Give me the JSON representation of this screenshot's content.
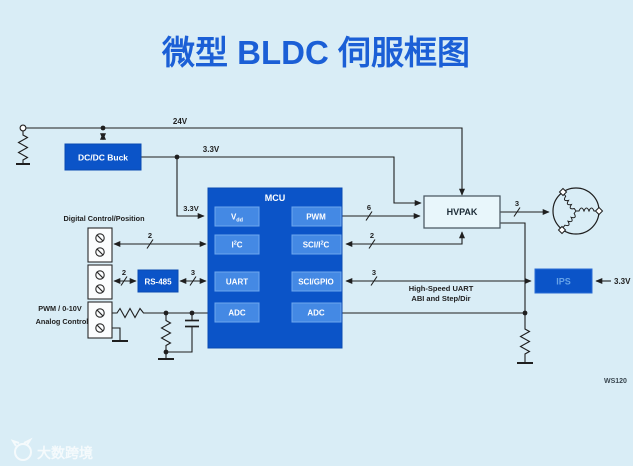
{
  "title": "微型 BLDC 伺服框图",
  "power": {
    "v24": "24V",
    "v33_rail": "3.3V",
    "v33_mcu": "3.3V",
    "v33_ips": "3.3V",
    "dcdc": "DC/DC Buck"
  },
  "mcu": {
    "label": "MCU",
    "vdd_base": "V",
    "vdd_sub": "dd",
    "i2c_base": "I",
    "i2c_sup": "2",
    "i2c_end": "C",
    "pwm": "PWM",
    "sci_i2c_base": "SCI/I",
    "sci_i2c_sup": "2",
    "sci_i2c_end": "C",
    "uart": "UART",
    "sci_gpio": "SCI/GPIO",
    "adc_left": "ADC",
    "adc_right": "ADC"
  },
  "blocks": {
    "hvpak": "HVPAK",
    "ips": "IPS",
    "rs485": "RS-485"
  },
  "bus_counts": {
    "i2c": "2",
    "rs485_in": "2",
    "rs485_out": "3",
    "pwm": "6",
    "sci_i2c": "2",
    "sci_gpio": "3",
    "motor_phases": "3"
  },
  "labels": {
    "digital": "Digital Control/Position",
    "analog_line1": "PWM / 0-10V",
    "analog_line2": "Analog Control",
    "hs_line1": "High-Speed UART",
    "hs_line2": "ABI and Step/Dir",
    "part_number": "WS120",
    "watermark": "大数跨境"
  },
  "colors": {
    "background": "#d9edf6",
    "title_blue": "#1b5fd6",
    "block_blue": "#0b54c8",
    "block_blue_light": "#4489e4",
    "hvpak_fill": "#e8f6fb",
    "line": "#1f1f1f"
  }
}
